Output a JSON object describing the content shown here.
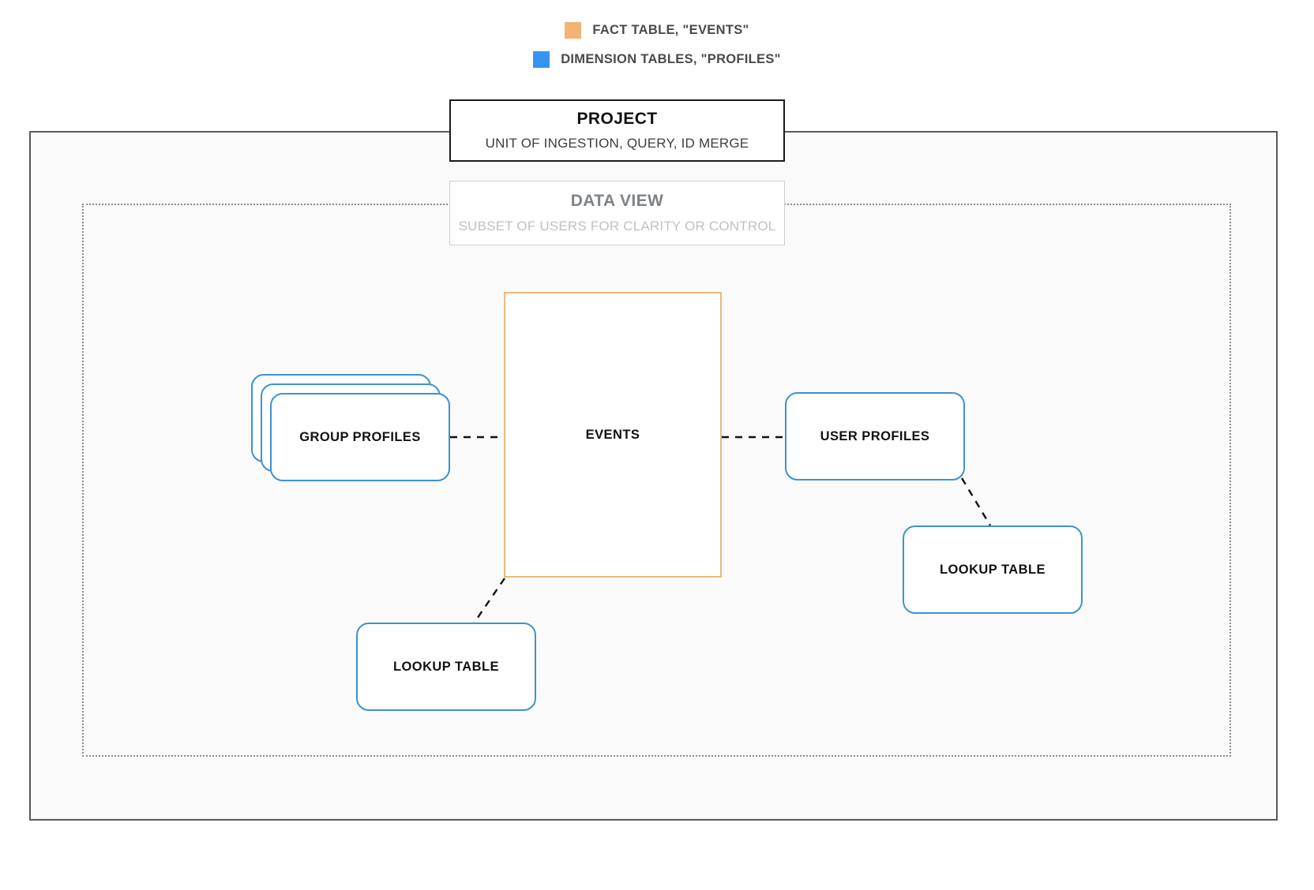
{
  "legend": {
    "items": [
      {
        "swatch_color": "#f2b374",
        "label": "FACT TABLE, \"EVENTS\"",
        "icon": "square-swatch-icon"
      },
      {
        "swatch_color": "#3694f0",
        "label": "DIMENSION TABLES, \"PROFILES\"",
        "icon": "square-swatch-icon"
      }
    ]
  },
  "project": {
    "title": "PROJECT",
    "subtitle": "UNIT OF INGESTION, QUERY, ID MERGE",
    "border_color": "#1b1b1b",
    "fill_color": "#fafafa"
  },
  "data_view": {
    "title": "DATA VIEW",
    "subtitle": "SUBSET OF USERS FOR CLARITY OR CONTROL",
    "border_color": "#cfcfcf",
    "frame_border_color": "#8a8a8a"
  },
  "nodes": {
    "events": {
      "label": "EVENTS",
      "color": "#edb879",
      "shape": "rectangle"
    },
    "group_profiles": {
      "label": "GROUP PROFILES",
      "color": "#3d92d0",
      "shape": "stacked-rounded-rectangle",
      "stack_count": 3
    },
    "user_profiles": {
      "label": "USER PROFILES",
      "color": "#3d92d0",
      "shape": "rounded-rectangle"
    },
    "lookup_table_left": {
      "label": "LOOKUP TABLE",
      "color": "#3d92d0",
      "shape": "rounded-rectangle"
    },
    "lookup_table_right": {
      "label": "LOOKUP TABLE",
      "color": "#3d92d0",
      "shape": "rounded-rectangle"
    }
  },
  "connectors": [
    {
      "from": "group_profiles",
      "to": "events",
      "style": "dashed",
      "color": "#111111"
    },
    {
      "from": "events",
      "to": "user_profiles",
      "style": "dashed",
      "color": "#111111"
    },
    {
      "from": "events",
      "to": "lookup_table_left",
      "style": "dashed",
      "color": "#111111"
    },
    {
      "from": "user_profiles",
      "to": "lookup_table_right",
      "style": "dashed",
      "color": "#111111"
    }
  ]
}
